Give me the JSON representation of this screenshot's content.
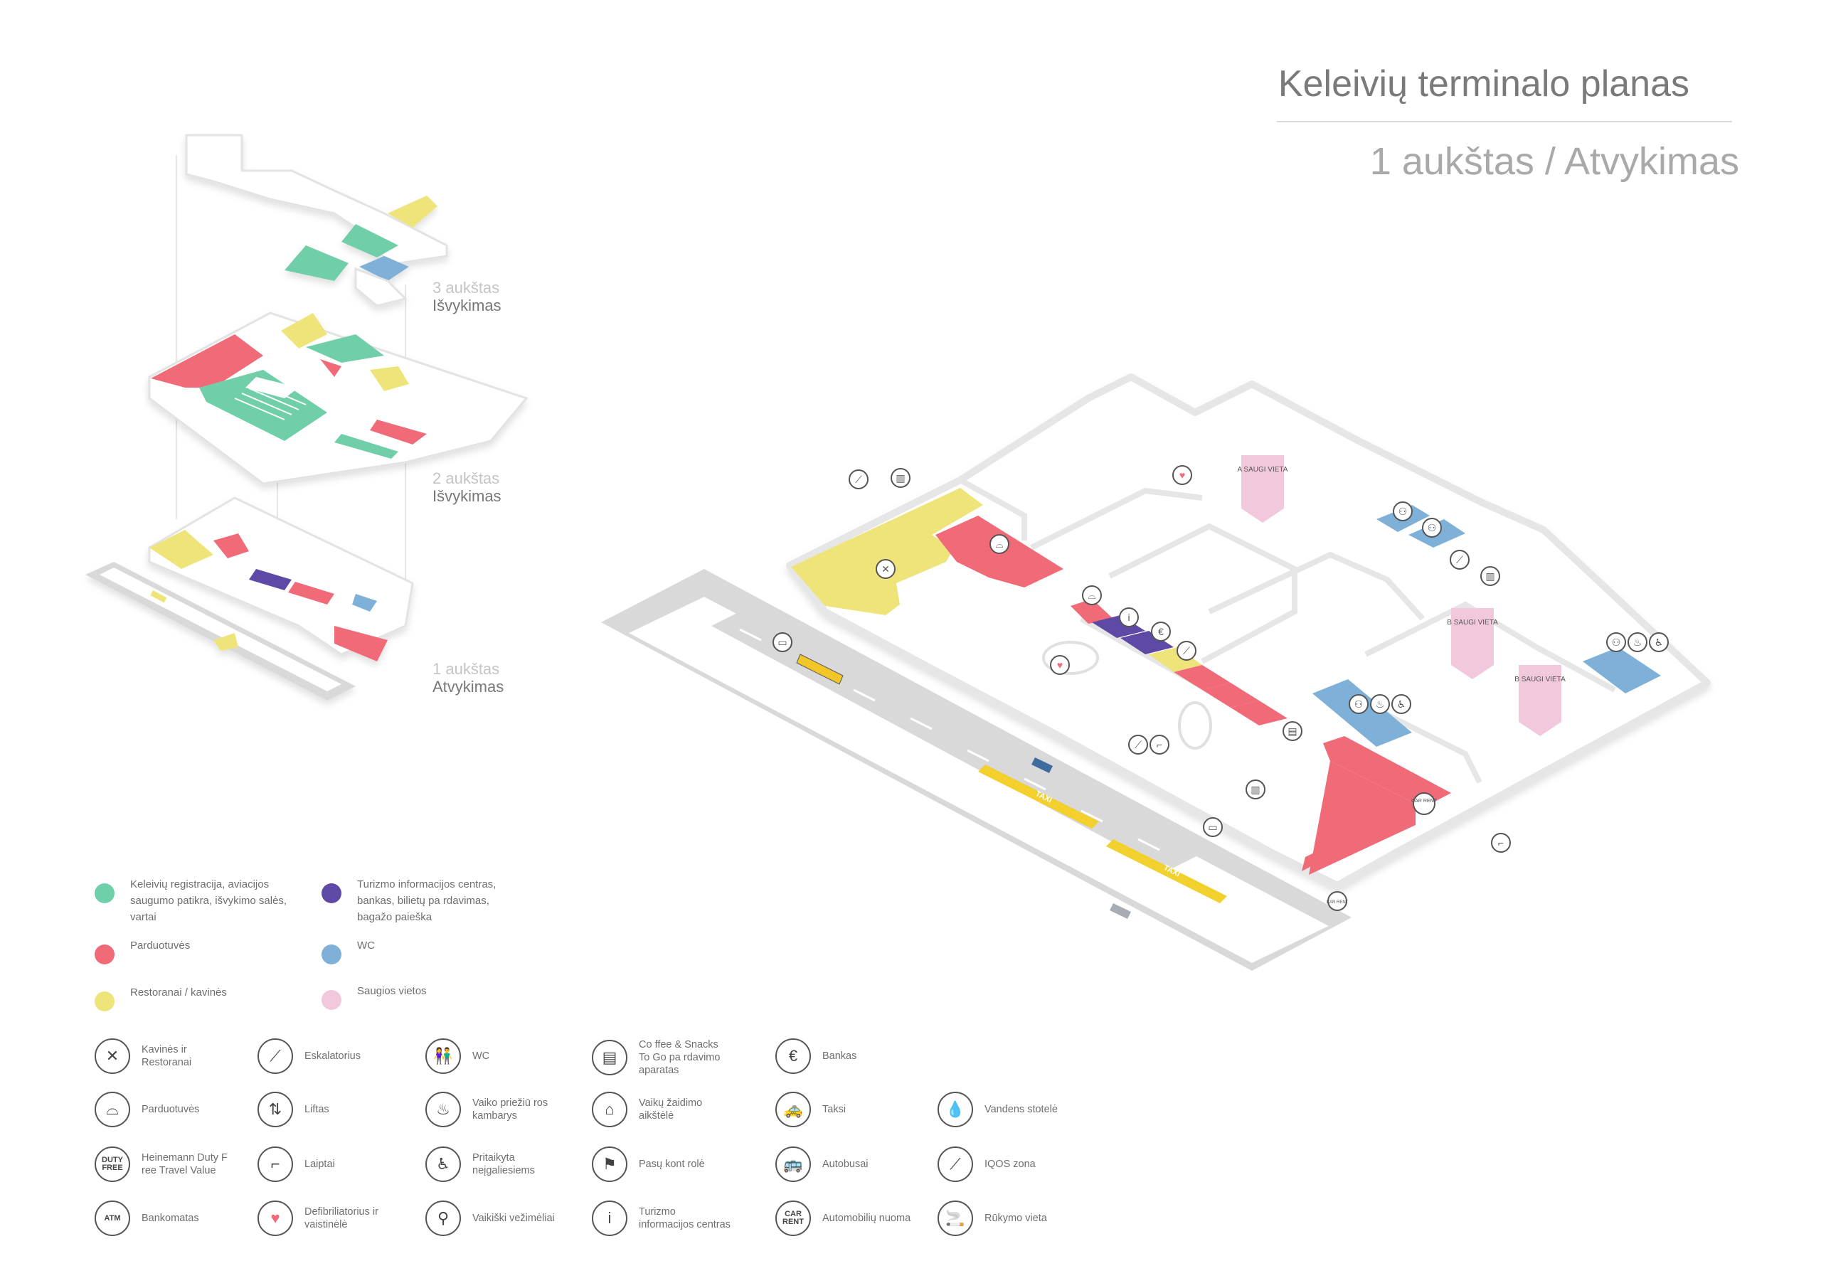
{
  "header": {
    "title": "Keleivių terminalo planas",
    "subtitle": "1 aukštas / Atvykimas"
  },
  "floors": [
    {
      "number": "3 aukštas",
      "name": "Išvykimas"
    },
    {
      "number": "2 aukštas",
      "name": "Išvykimas"
    },
    {
      "number": "1 aukštas",
      "name": "Atvykimas"
    }
  ],
  "colors": {
    "green": "#6fcfa8",
    "red": "#f06a78",
    "yellow": "#efe47a",
    "purple": "#5e4aa6",
    "blue": "#7fb0d8",
    "pink": "#f2c9dc",
    "road": "#d9d9d9",
    "outline": "#e6e6e6"
  },
  "legend": [
    {
      "color": "#6fcfa8",
      "label": "Keleivių  registracija, aviacijos saugumo patikra, išvykimo salės, vartai"
    },
    {
      "color": "#5e4aa6",
      "label": "Turizmo informacijos centras, bankas, bilietų pa  rdavimas, bagažo paieška"
    },
    {
      "color": "#f06a78",
      "label": "Parduotuvės"
    },
    {
      "color": "#7fb0d8",
      "label": "WC"
    },
    {
      "color": "#efe47a",
      "label": "Restoranai / kavinės"
    },
    {
      "color": "#f2c9dc",
      "label": "Saugios vietos"
    }
  ],
  "icons": [
    {
      "icon": "cutlery-icon",
      "glyph": "✕",
      "label": "Kavinės ir Restoranai"
    },
    {
      "icon": "escalator-icon",
      "glyph": "⟋",
      "label": "Eskalatorius"
    },
    {
      "icon": "wc-icon",
      "glyph": "👫",
      "label": "WC"
    },
    {
      "icon": "coffee-machine-icon",
      "glyph": "▤",
      "label": "Co ffee & Snacks To Go pa  rdavimo aparatas"
    },
    {
      "icon": "euro-icon",
      "glyph": "€",
      "label": "Bankas"
    },
    {
      "icon": "basket-icon",
      "glyph": "⌓",
      "label": "Parduotuvės"
    },
    {
      "icon": "elevator-icon",
      "glyph": "⇅",
      "label": "Liftas"
    },
    {
      "icon": "baby-care-icon",
      "glyph": "♨",
      "label": "Vaiko priežiū ros kambarys"
    },
    {
      "icon": "playground-icon",
      "glyph": "⌂",
      "label": "Vaikų žaidimo aikštėlė"
    },
    {
      "icon": "taxi-icon",
      "glyph": "🚕",
      "label": "Taksi"
    },
    {
      "icon": "water-icon",
      "glyph": "💧",
      "label": "Vandens stotelė"
    },
    {
      "icon": "duty-free-icon",
      "glyph": "DUTY FREE",
      "label": "Heinemann Duty F ree Travel  Value"
    },
    {
      "icon": "stairs-icon",
      "glyph": "⌐",
      "label": "Laiptai"
    },
    {
      "icon": "accessible-icon",
      "glyph": "♿",
      "label": "Pritaikyta neįgaliesiems"
    },
    {
      "icon": "passport-control-icon",
      "glyph": "⚑",
      "label": "Pasų kont rolė"
    },
    {
      "icon": "bus-icon",
      "glyph": "🚌",
      "label": "Autobusai"
    },
    {
      "icon": "iqos-icon",
      "glyph": "⟋",
      "label": "IQOS zona"
    },
    {
      "icon": "atm-icon",
      "glyph": "ATM",
      "label": "Bankomatas"
    },
    {
      "icon": "defibrillator-icon",
      "glyph": "♥",
      "label": "Defibriliatorius ir vaistinėlė"
    },
    {
      "icon": "stroller-icon",
      "glyph": "⚲",
      "label": "Vaikiški vežimėliai"
    },
    {
      "icon": "info-icon",
      "glyph": "i",
      "label": "Turizmo informacijos centras"
    },
    {
      "icon": "car-rent-icon",
      "glyph": "CAR RENT",
      "label": "Automobilių nuoma"
    },
    {
      "icon": "smoking-icon",
      "glyph": "🚬",
      "label": "Rūkymo vieta"
    }
  ],
  "map_labels": {
    "safe_a": "A SAUGI VIETA",
    "safe_b": "B SAUGI VIETA",
    "taxi": "TAXI",
    "car_rent": "CAR RENT"
  }
}
